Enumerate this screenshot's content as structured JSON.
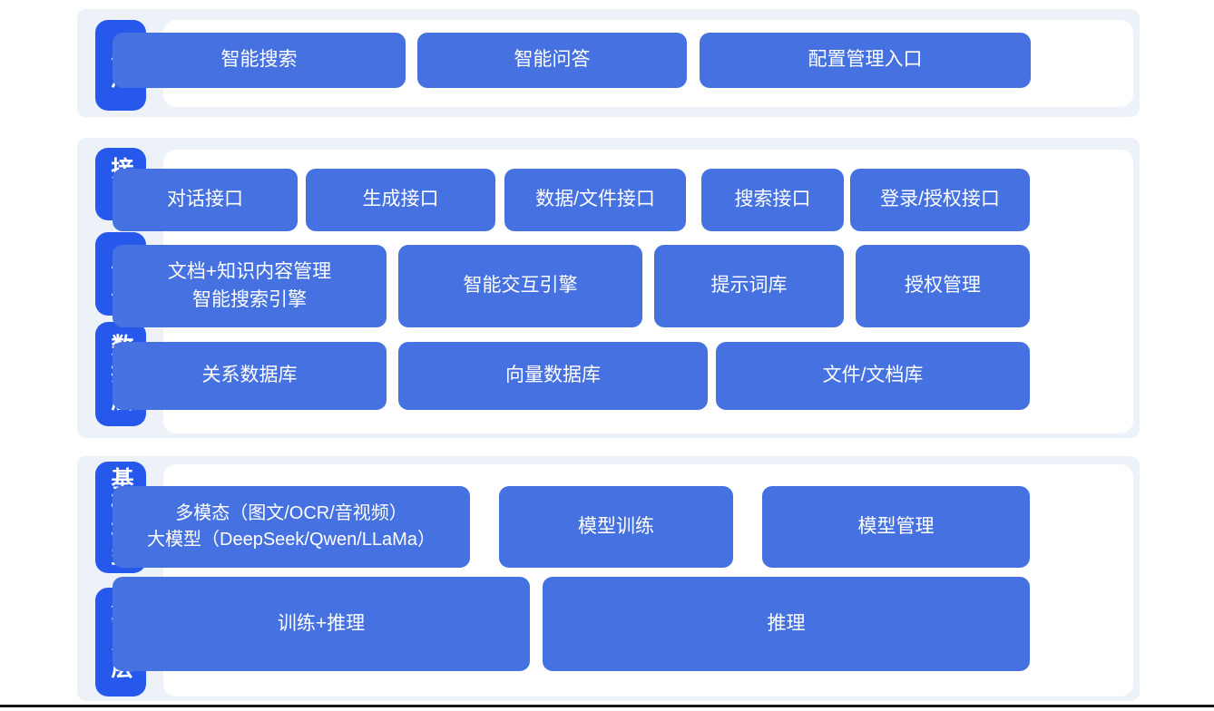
{
  "colors": {
    "tab-blue": "#2558eb",
    "box-blue": "#4671e0",
    "backdrop": "#edf1f8",
    "line-dark": "#141414"
  },
  "sections": [
    {
      "tabs": [
        {
          "label": "用户"
        }
      ],
      "rows": [
        {
          "items": [
            {
              "label": "智能搜索"
            },
            {
              "label": "智能问答"
            },
            {
              "label": "配置管理入口"
            }
          ]
        }
      ]
    },
    {
      "tabs": [
        {
          "label": "接口"
        },
        {
          "label": "应用"
        },
        {
          "label": "数据层"
        }
      ],
      "rows": [
        {
          "items": [
            {
              "label": "对话接口"
            },
            {
              "label": "生成接口"
            },
            {
              "label": "数据/文件接口"
            },
            {
              "label": "搜索接口"
            },
            {
              "label": "登录/授权接口"
            }
          ]
        },
        {
          "items": [
            {
              "lines": [
                "文档+知识内容管理",
                "智能搜索引擎"
              ]
            },
            {
              "label": "智能交互引擎"
            },
            {
              "label": "提示词库"
            },
            {
              "label": "授权管理"
            }
          ]
        },
        {
          "items": [
            {
              "label": "关系数据库"
            },
            {
              "label": "向量数据库"
            },
            {
              "label": "文件/文档库"
            }
          ]
        }
      ]
    },
    {
      "tabs": [
        {
          "label": "基础模型"
        },
        {
          "label": "算力层"
        }
      ],
      "rows": [
        {
          "items": [
            {
              "lines": [
                "多模态（图文/OCR/音视频）",
                "大模型（DeepSeek/Qwen/LLaMa）"
              ]
            },
            {
              "label": "模型训练"
            },
            {
              "label": "模型管理"
            }
          ]
        },
        {
          "items": [
            {
              "label": "训练+推理"
            },
            {
              "label": "推理"
            }
          ]
        }
      ]
    }
  ]
}
